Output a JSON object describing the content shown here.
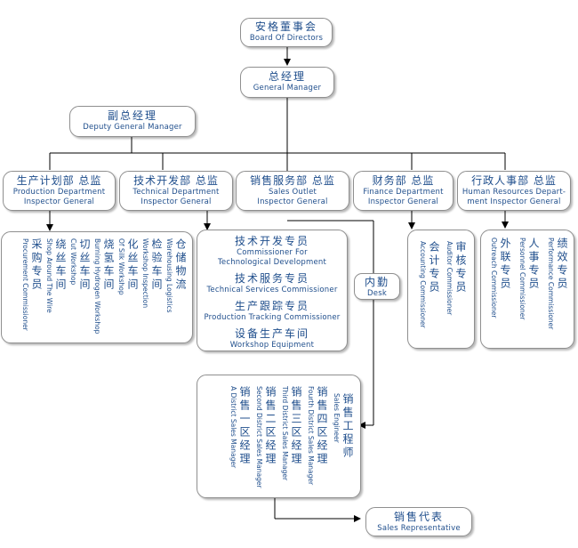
{
  "board": {
    "cn": "安格董事会",
    "en": "Board Of Directors"
  },
  "gm": {
    "cn": "总经理",
    "en": "General Manager"
  },
  "dgm": {
    "cn": "副总经理",
    "en": "Deputy General Manager"
  },
  "depts": [
    {
      "cn": "生产计划部  总监",
      "en1": "Production Department",
      "en2": "Inspector General"
    },
    {
      "cn": "技术开发部  总监",
      "en1": "Technical Department",
      "en2": "Inspector General"
    },
    {
      "cn": "销售服务部  总监",
      "en1": "Sales Outlet",
      "en2": "Inspector General"
    },
    {
      "cn": "财务部  总监",
      "en1": "Finance Department",
      "en2": "Inspector General"
    },
    {
      "cn": "行政人事部  总监",
      "en1": "Human Resources Depart-",
      "en2": "ment  Inspector General"
    }
  ],
  "production_units": [
    {
      "cn": "采购专员",
      "en": "Procurement Commissioner"
    },
    {
      "cn": "绕丝车间",
      "en": "Shop Around The Wire"
    },
    {
      "cn": "切丝车间",
      "en": "Cut Workshop"
    },
    {
      "cn": "烧氢车间",
      "en": "Burning Hydrogen Workshop"
    },
    {
      "cn": "化丝车间",
      "en": "Of Silk Workshop"
    },
    {
      "cn": "检验车间",
      "en": "Workshop Inspection"
    },
    {
      "cn": "仓储物流",
      "en": "Warehousing Logistics"
    }
  ],
  "tech_units": [
    {
      "cn": "技术开发专员",
      "en1": "Commissioner For",
      "en2": "Technological Development"
    },
    {
      "cn": "技术服务专员",
      "en1": "Technical Services Commissioner",
      "en2": ""
    },
    {
      "cn": "生产跟踪专员",
      "en1": "Production Tracking Commissioner",
      "en2": ""
    },
    {
      "cn": "设备生产车间",
      "en1": "Workshop  Equipment",
      "en2": ""
    }
  ],
  "desk": {
    "cn": "内勤",
    "en": "Desk"
  },
  "finance_units": [
    {
      "cn": "会计专员",
      "en": "Accounting Commissioner"
    },
    {
      "cn": "审核专员",
      "en": "Auditor Commissioner"
    }
  ],
  "hr_units": [
    {
      "cn": "外联专员",
      "en": "Outreach Commissioner"
    },
    {
      "cn": "人事专员",
      "en": "Personnel Commissioner"
    },
    {
      "cn": "绩效专员",
      "en": "Performance Commissioner"
    }
  ],
  "sales_units": [
    {
      "cn": "销售一区经理",
      "en": "A District Sales Manager"
    },
    {
      "cn": "销售二区经理",
      "en": "Second District Sales Manager"
    },
    {
      "cn": "销售三区经理",
      "en": "Third District Sales Manager"
    },
    {
      "cn": "销售四区经理",
      "en": "Fourth District Sales Manager"
    },
    {
      "cn": "销售工程师",
      "en": "Sales Engineer"
    }
  ],
  "sales_rep": {
    "cn": "销售代表",
    "en": "Sales Representative"
  }
}
